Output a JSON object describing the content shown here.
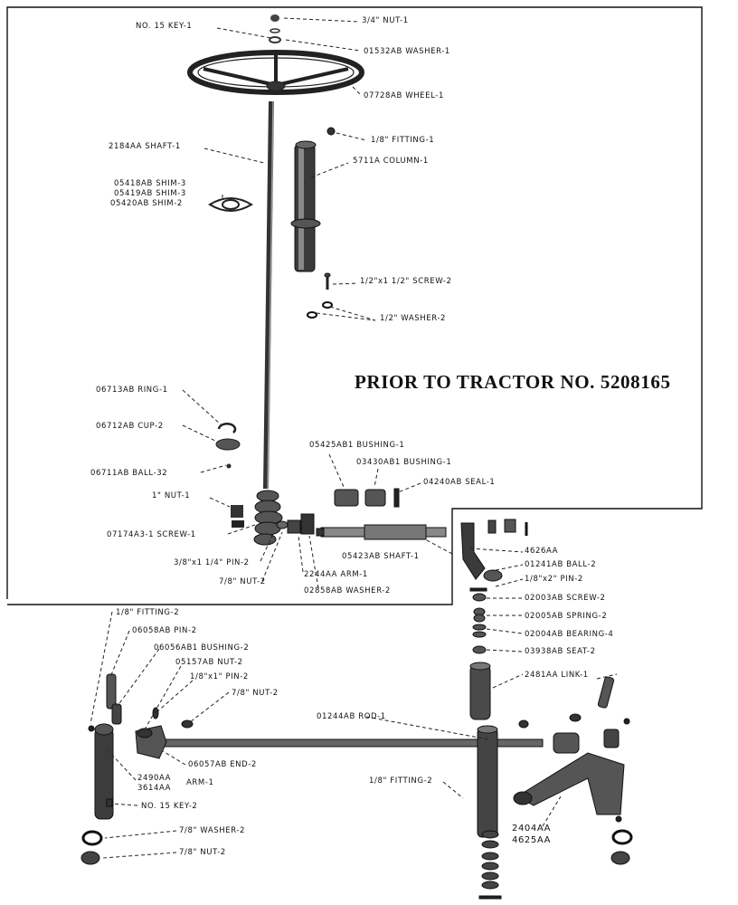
{
  "title": "PRIOR TO TRACTOR NO. 5208165",
  "parts": {
    "nut_34": "3/4\" NUT-1",
    "key15": "NO. 15 KEY-1",
    "washer_01532": "01532AB WASHER-1",
    "wheel": "07728AB WHEEL-1",
    "fitting_18_top": "1/8\" FITTING-1",
    "shaft_2184": "2184AA SHAFT-1",
    "column": "5711A COLUMN-1",
    "shim_05418": "05418AB SHIM-3",
    "shim_05419": "05419AB SHIM-3",
    "shim_05420": "05420AB SHIM-2",
    "screw_12": "1/2\"x1 1/2\" SCREW-2",
    "washer_12": "1/2\" WASHER-2",
    "ring": "06713AB RING-1",
    "cup": "06712AB CUP-2",
    "ball32": "06711AB BALL-32",
    "nut1": "1\" NUT-1",
    "screw_07174": "07174A3-1 SCREW-1",
    "bushing_05425": "05425AB1 BUSHING-1",
    "bushing_03430": "03430AB1 BUSHING-1",
    "seal": "04240AB SEAL-1",
    "pin_38x114": "3/8\"x1 1/4\" PIN-2",
    "nut_78_mid": "7/8\" NUT-2",
    "arm_2244": "2244AA ARM-1",
    "washer_02858": "02858AB WASHER-2",
    "shaft_05423": "05423AB SHAFT-1",
    "part_4626": "4626AA",
    "ball_01241": "01241AB BALL-2",
    "pin_18x2": "1/8\"x2\" PIN-2",
    "screw_02003": "02003AB SCREW-2",
    "spring_02005": "02005AB SPRING-2",
    "bearing_02004": "02004AB BEARING-4",
    "seat_03938": "03938AB SEAT-2",
    "link_2481": "2481AA LINK-1",
    "fitting_18_left": "1/8\" FITTING-2",
    "pin_06058": "06058AB PIN-2",
    "bushing_06056": "06056AB1 BUSHING-2",
    "nut_05157": "05157AB NUT-2",
    "pin_18x1": "1/8\"x1\" PIN-2",
    "nut_78_low": "7/8\" NUT-2",
    "rod_01244": "01244AB ROD-1",
    "end_06057": "06057AB END-2",
    "arm_2490": "2490AA",
    "arm_3614": "3614AA",
    "arm_label": "ARM-1",
    "key15_low": "NO. 15 KEY-2",
    "fitting_18_right": "1/8\" FITTING-2",
    "washer_78": "7/8\" WASHER-2",
    "nut_78_bottom": "7/8\" NUT-2",
    "arm_2404": "2404AA",
    "arm_4625": "4625AA"
  }
}
